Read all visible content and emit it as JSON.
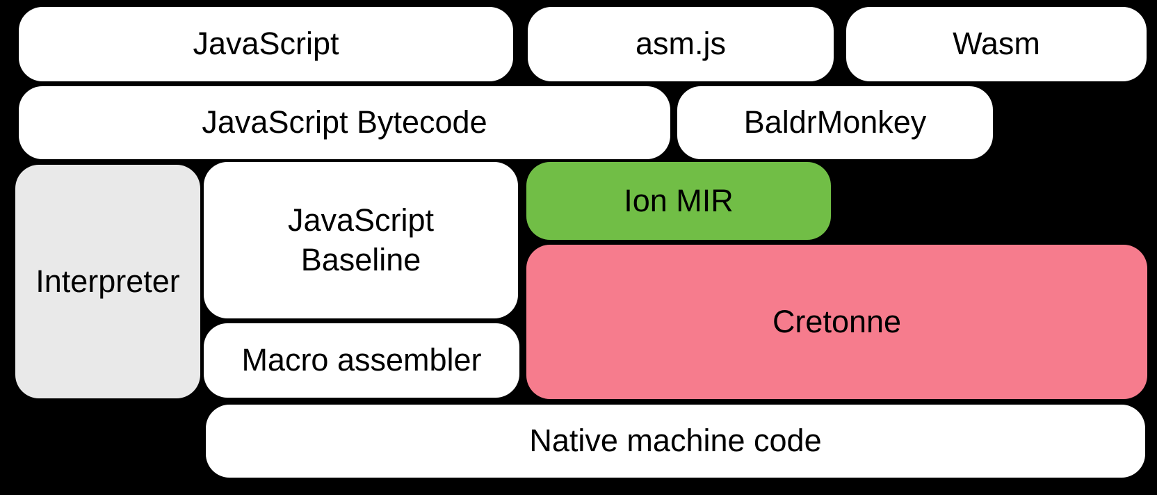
{
  "diagram": {
    "background_color": "#000000",
    "colors": {
      "box_white": "#ffffff",
      "interpreter_grey": "#e9e9e9",
      "ion_mir_green": "#71be46",
      "cretonne_pink": "#f67c8d",
      "text": "#000000"
    },
    "boxes": {
      "javascript": {
        "label": "JavaScript"
      },
      "asmjs": {
        "label": "asm.js"
      },
      "wasm": {
        "label": "Wasm"
      },
      "bytecode": {
        "label": "JavaScript Bytecode"
      },
      "baldrmonkey": {
        "label": "BaldrMonkey"
      },
      "interpreter": {
        "label": "Interpreter"
      },
      "baseline": {
        "line1": "JavaScript",
        "line2": "Baseline"
      },
      "ion_mir": {
        "label": "Ion MIR"
      },
      "cretonne": {
        "label": "Cretonne"
      },
      "macro_assembler": {
        "label": "Macro assembler"
      },
      "native": {
        "label": "Native machine code"
      }
    }
  }
}
